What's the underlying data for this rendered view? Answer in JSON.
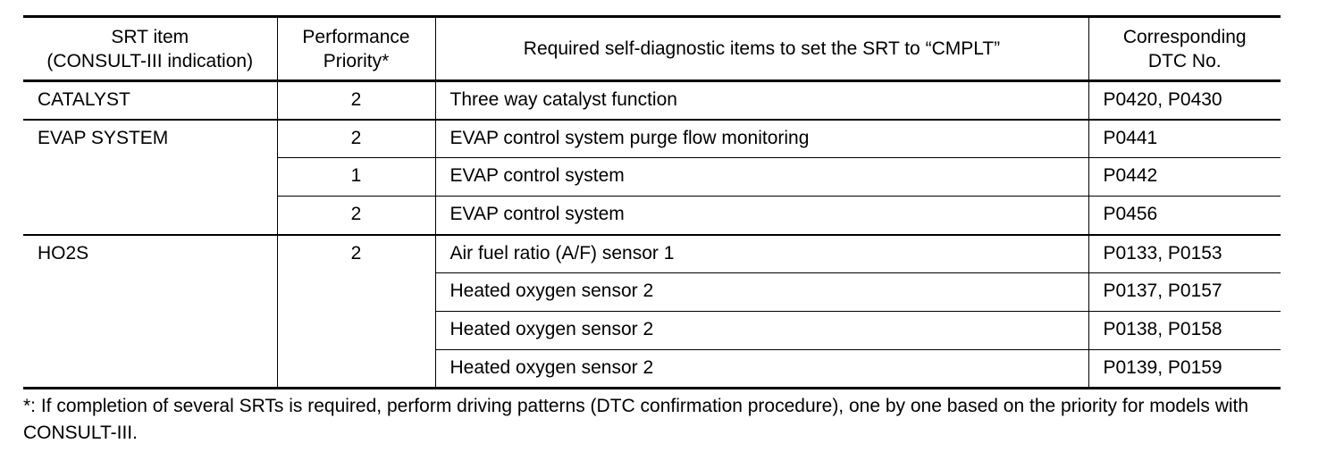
{
  "table": {
    "headers": [
      "SRT item\n(CONSULT-III indication)",
      "Performance\nPriority*",
      "Required self-diagnostic items to set the SRT to “CMPLT”",
      "Corresponding\nDTC No."
    ],
    "rows": [
      {
        "srt_item": "CATALYST",
        "priority": "2",
        "diagnostic": "Three way catalyst function",
        "dtc": "P0420, P0430"
      },
      {
        "srt_item": "EVAP SYSTEM",
        "priority": "2",
        "diagnostic": "EVAP control system purge flow monitoring",
        "dtc": "P0441"
      },
      {
        "srt_item": "",
        "priority": "1",
        "diagnostic": "EVAP control system",
        "dtc": "P0442"
      },
      {
        "srt_item": "",
        "priority": "2",
        "diagnostic": "EVAP control system",
        "dtc": "P0456"
      },
      {
        "srt_item": "HO2S",
        "priority": "2",
        "diagnostic": "Air fuel ratio (A/F) sensor 1",
        "dtc": "P0133, P0153"
      },
      {
        "srt_item": "",
        "priority": "",
        "diagnostic": "Heated oxygen sensor 2",
        "dtc": "P0137, P0157"
      },
      {
        "srt_item": "",
        "priority": "",
        "diagnostic": "Heated oxygen sensor 2",
        "dtc": "P0138, P0158"
      },
      {
        "srt_item": "",
        "priority": "",
        "diagnostic": "Heated oxygen sensor 2",
        "dtc": "P0139, P0159"
      }
    ]
  },
  "footnote": "*: If completion of several SRTs is required, perform driving patterns (DTC confirmation procedure), one by one based on the priority for models with CONSULT-III."
}
